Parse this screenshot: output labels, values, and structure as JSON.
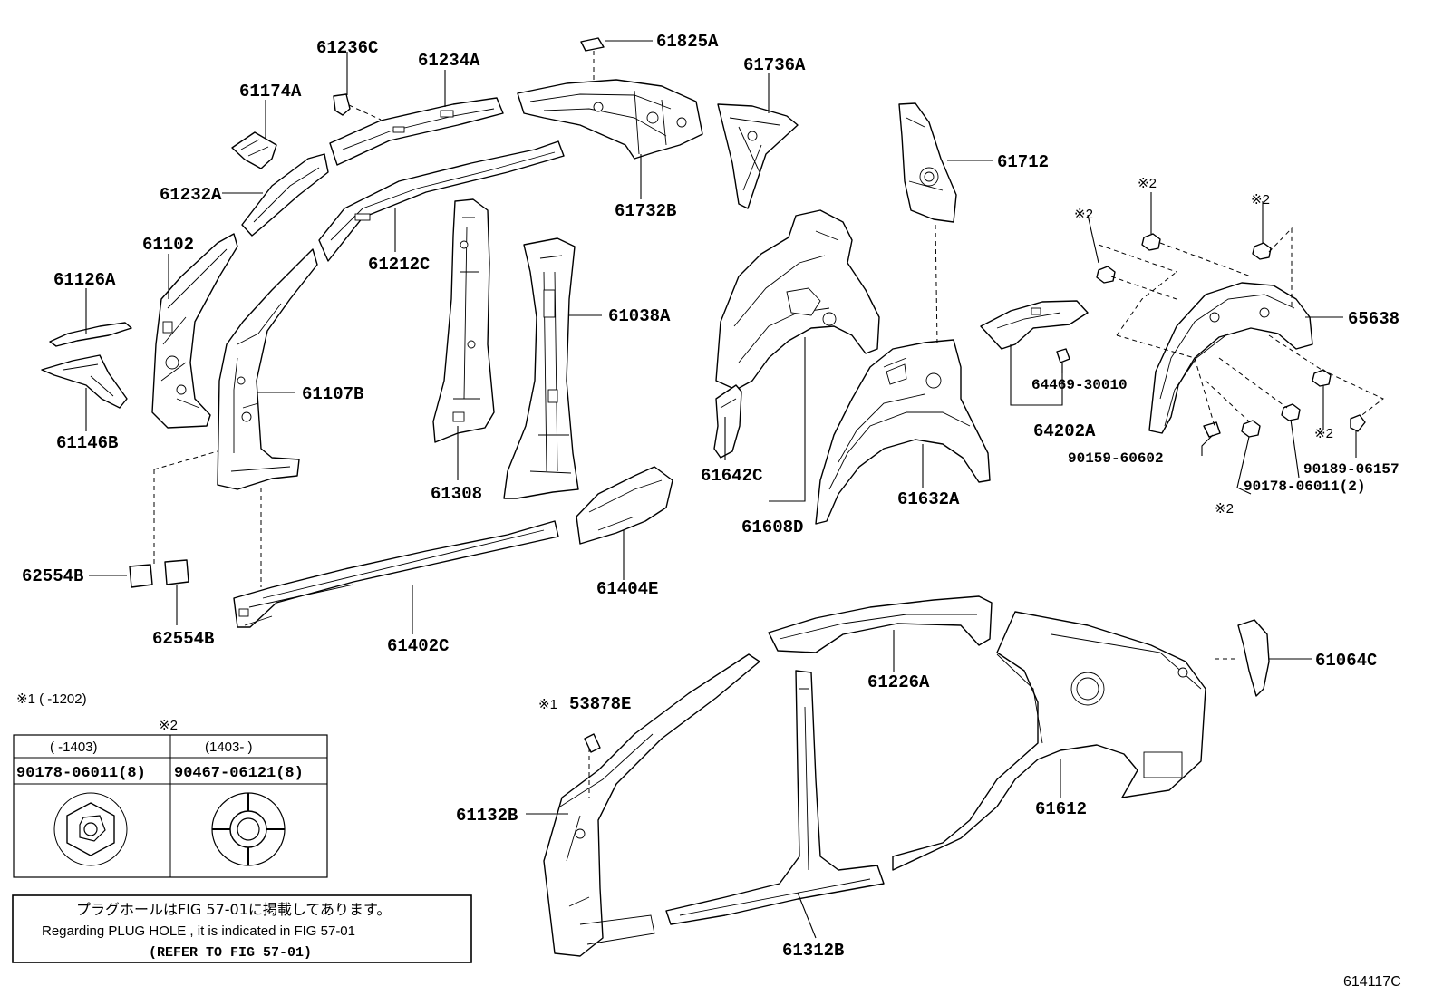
{
  "figure_id": "614117C",
  "labels": {
    "p61236C": "61236C",
    "p61234A": "61234A",
    "p61825A": "61825A",
    "p61736A": "61736A",
    "p61174A": "61174A",
    "p61232A": "61232A",
    "p61732B": "61732B",
    "p61712": "61712",
    "p61102": "61102",
    "p61212C": "61212C",
    "p61126A": "61126A",
    "p61038A": "61038A",
    "p61107B": "61107B",
    "p61146B": "61146B",
    "p61308": "61308",
    "p61642C": "61642C",
    "p61608D": "61608D",
    "p61632A": "61632A",
    "p65638": "65638",
    "p64469": "64469-30010",
    "p64202A": "64202A",
    "p90159": "90159-60602",
    "p90189": "90189-06157",
    "p90178": "90178-06011(2)",
    "p62554B_a": "62554B",
    "p62554B_b": "62554B",
    "p61402C": "61402C",
    "p61404E": "61404E",
    "p61226A": "61226A",
    "p61064C": "61064C",
    "p53878E": "53878E",
    "p61132B": "61132B",
    "p61612": "61612",
    "p61312B": "61312B"
  },
  "marks": {
    "m2_a": "※2",
    "m2_b": "※2",
    "m2_c": "※2",
    "m2_d": "※2",
    "m2_e": "※2",
    "m1_53878E": "※1"
  },
  "footnote_1": "※1 (      -1202)",
  "table": {
    "mark": "※2",
    "columns": [
      {
        "range": "(      -1403)",
        "part": "90178-06011(8)",
        "icon": "hex-nut-icon"
      },
      {
        "range": "(1403-       )",
        "part": "90467-06121(8)",
        "icon": "round-clip-icon"
      }
    ]
  },
  "notice": {
    "jp": "プラグホールはFIG 57-01に掲載してあります。",
    "en": "Regarding  PLUG  HOLE , it is indicated in  FIG  57-01",
    "ref": "(REFER TO FIG 57-01)"
  }
}
